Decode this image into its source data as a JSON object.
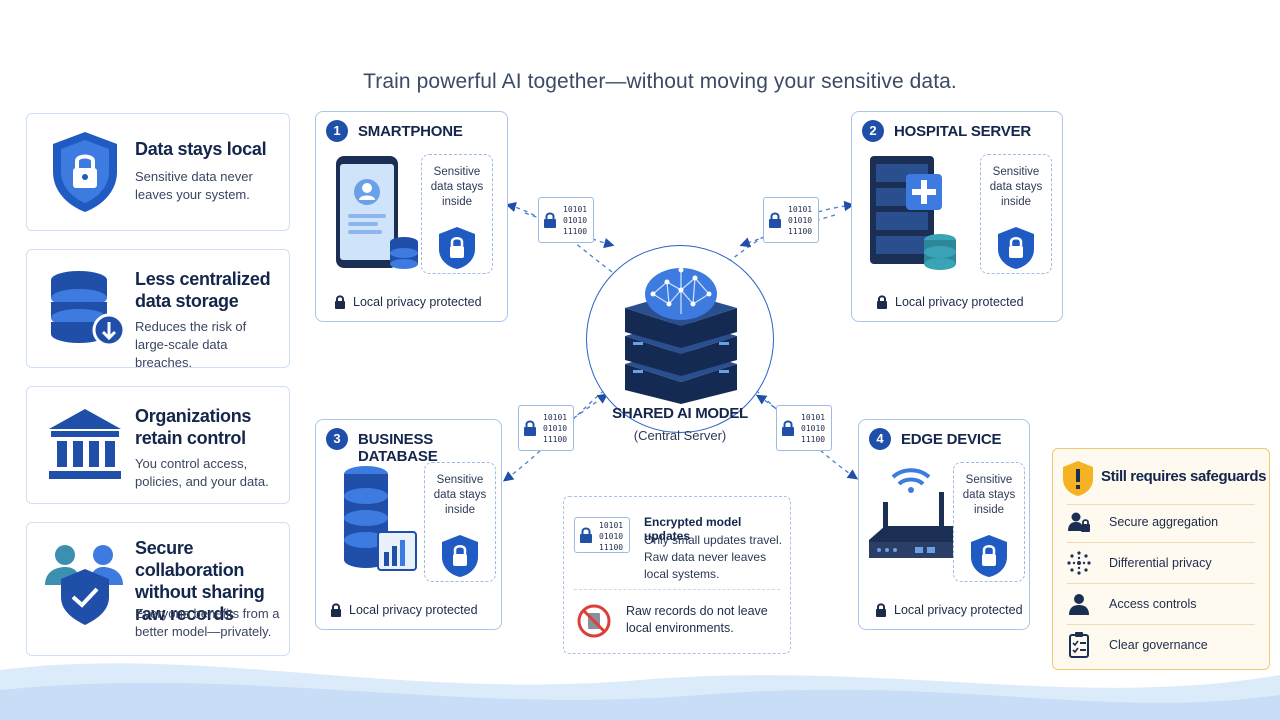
{
  "headline": "Train powerful AI together—without moving your sensitive data.",
  "benefits": [
    {
      "title": "Data stays local",
      "desc": "Sensitive data never leaves your system.",
      "icon": "shield-lock-icon"
    },
    {
      "title": "Less centralized data storage",
      "desc": "Reduces the risk of large-scale data breaches.",
      "icon": "database-download-icon"
    },
    {
      "title": "Organizations retain control",
      "desc": "You control access, policies, and your data.",
      "icon": "institution-icon"
    },
    {
      "title": "Secure collaboration without sharing raw records",
      "desc": "Everyone benefits from a better model—privately.",
      "icon": "people-shield-icon"
    }
  ],
  "nodes": [
    {
      "num": "1",
      "title": "SMARTPHONE",
      "inside": "Sensitive data stays inside",
      "privacy": "Local privacy protected",
      "icon": "smartphone-icon"
    },
    {
      "num": "2",
      "title": "HOSPITAL SERVER",
      "inside": "Sensitive data stays inside",
      "privacy": "Local privacy protected",
      "icon": "hospital-server-icon"
    },
    {
      "num": "3",
      "title": "BUSINESS DATABASE",
      "inside": "Sensitive data stays inside",
      "privacy": "Local privacy protected",
      "icon": "business-database-icon"
    },
    {
      "num": "4",
      "title": "EDGE DEVICE",
      "inside": "Sensitive data stays inside",
      "privacy": "Local privacy protected",
      "icon": "router-icon"
    }
  ],
  "binary": "10101\n01010\n11100",
  "center": {
    "title": "SHARED AI MODEL",
    "subtitle": "(Central Server)"
  },
  "updates": {
    "title": "Encrypted model updates",
    "desc": "Only small updates travel. Raw data never leaves local systems.",
    "note": "Raw records do not leave local environments."
  },
  "safeguards": {
    "title": "Still requires safeguards",
    "items": [
      {
        "label": "Secure aggregation",
        "icon": "person-lock-icon"
      },
      {
        "label": "Differential privacy",
        "icon": "dotted-circle-icon"
      },
      {
        "label": "Access controls",
        "icon": "user-icon"
      },
      {
        "label": "Clear governance",
        "icon": "checklist-icon"
      }
    ]
  },
  "colors": {
    "primary": "#1f4fa8",
    "accent": "#2a63c4",
    "warning": "#f3c872",
    "danger": "#d9403a"
  }
}
